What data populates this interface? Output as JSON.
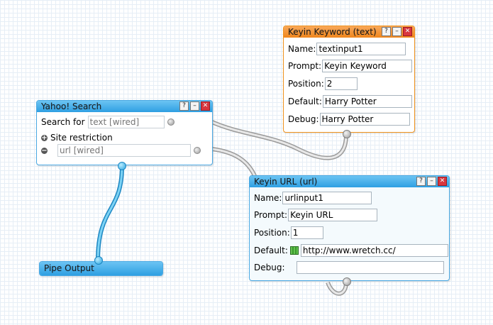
{
  "yahoo": {
    "title": "Yahoo! Search",
    "search_label": "Search for",
    "search_placeholder": "text [wired]",
    "site_label": "Site restriction",
    "url_placeholder": "url [wired]"
  },
  "pipe_output": {
    "title": "Pipe Output"
  },
  "keyword": {
    "title": "Keyin Keyword (text)",
    "name_label": "Name:",
    "name_value": "textinput1",
    "prompt_label": "Prompt:",
    "prompt_value": "Keyin Keyword",
    "position_label": "Position:",
    "position_value": "2",
    "default_label": "Default:",
    "default_value": "Harry Potter",
    "debug_label": "Debug:",
    "debug_value": "Harry Potter"
  },
  "url": {
    "title": "Keyin URL (url)",
    "name_label": "Name:",
    "name_value": "urlinput1",
    "prompt_label": "Prompt:",
    "prompt_value": "Keyin URL",
    "position_label": "Position:",
    "position_value": "1",
    "default_label": "Default:",
    "default_value": "http://www.wretch.cc/",
    "debug_label": "Debug:",
    "debug_value": ""
  },
  "window_buttons": {
    "help": "?",
    "minimize": "–",
    "close": "✕"
  },
  "icons": {
    "help": "help-icon",
    "minimize": "minimize-icon",
    "close": "close-icon",
    "expand": "plus-icon",
    "collapse": "minus-icon",
    "date": "date-icon"
  },
  "colors": {
    "blue_wire": "#39b3ea",
    "gray_wire": "#c4c4c4",
    "orange_border": "#f0931e",
    "blue_border": "#4aa9e3"
  }
}
